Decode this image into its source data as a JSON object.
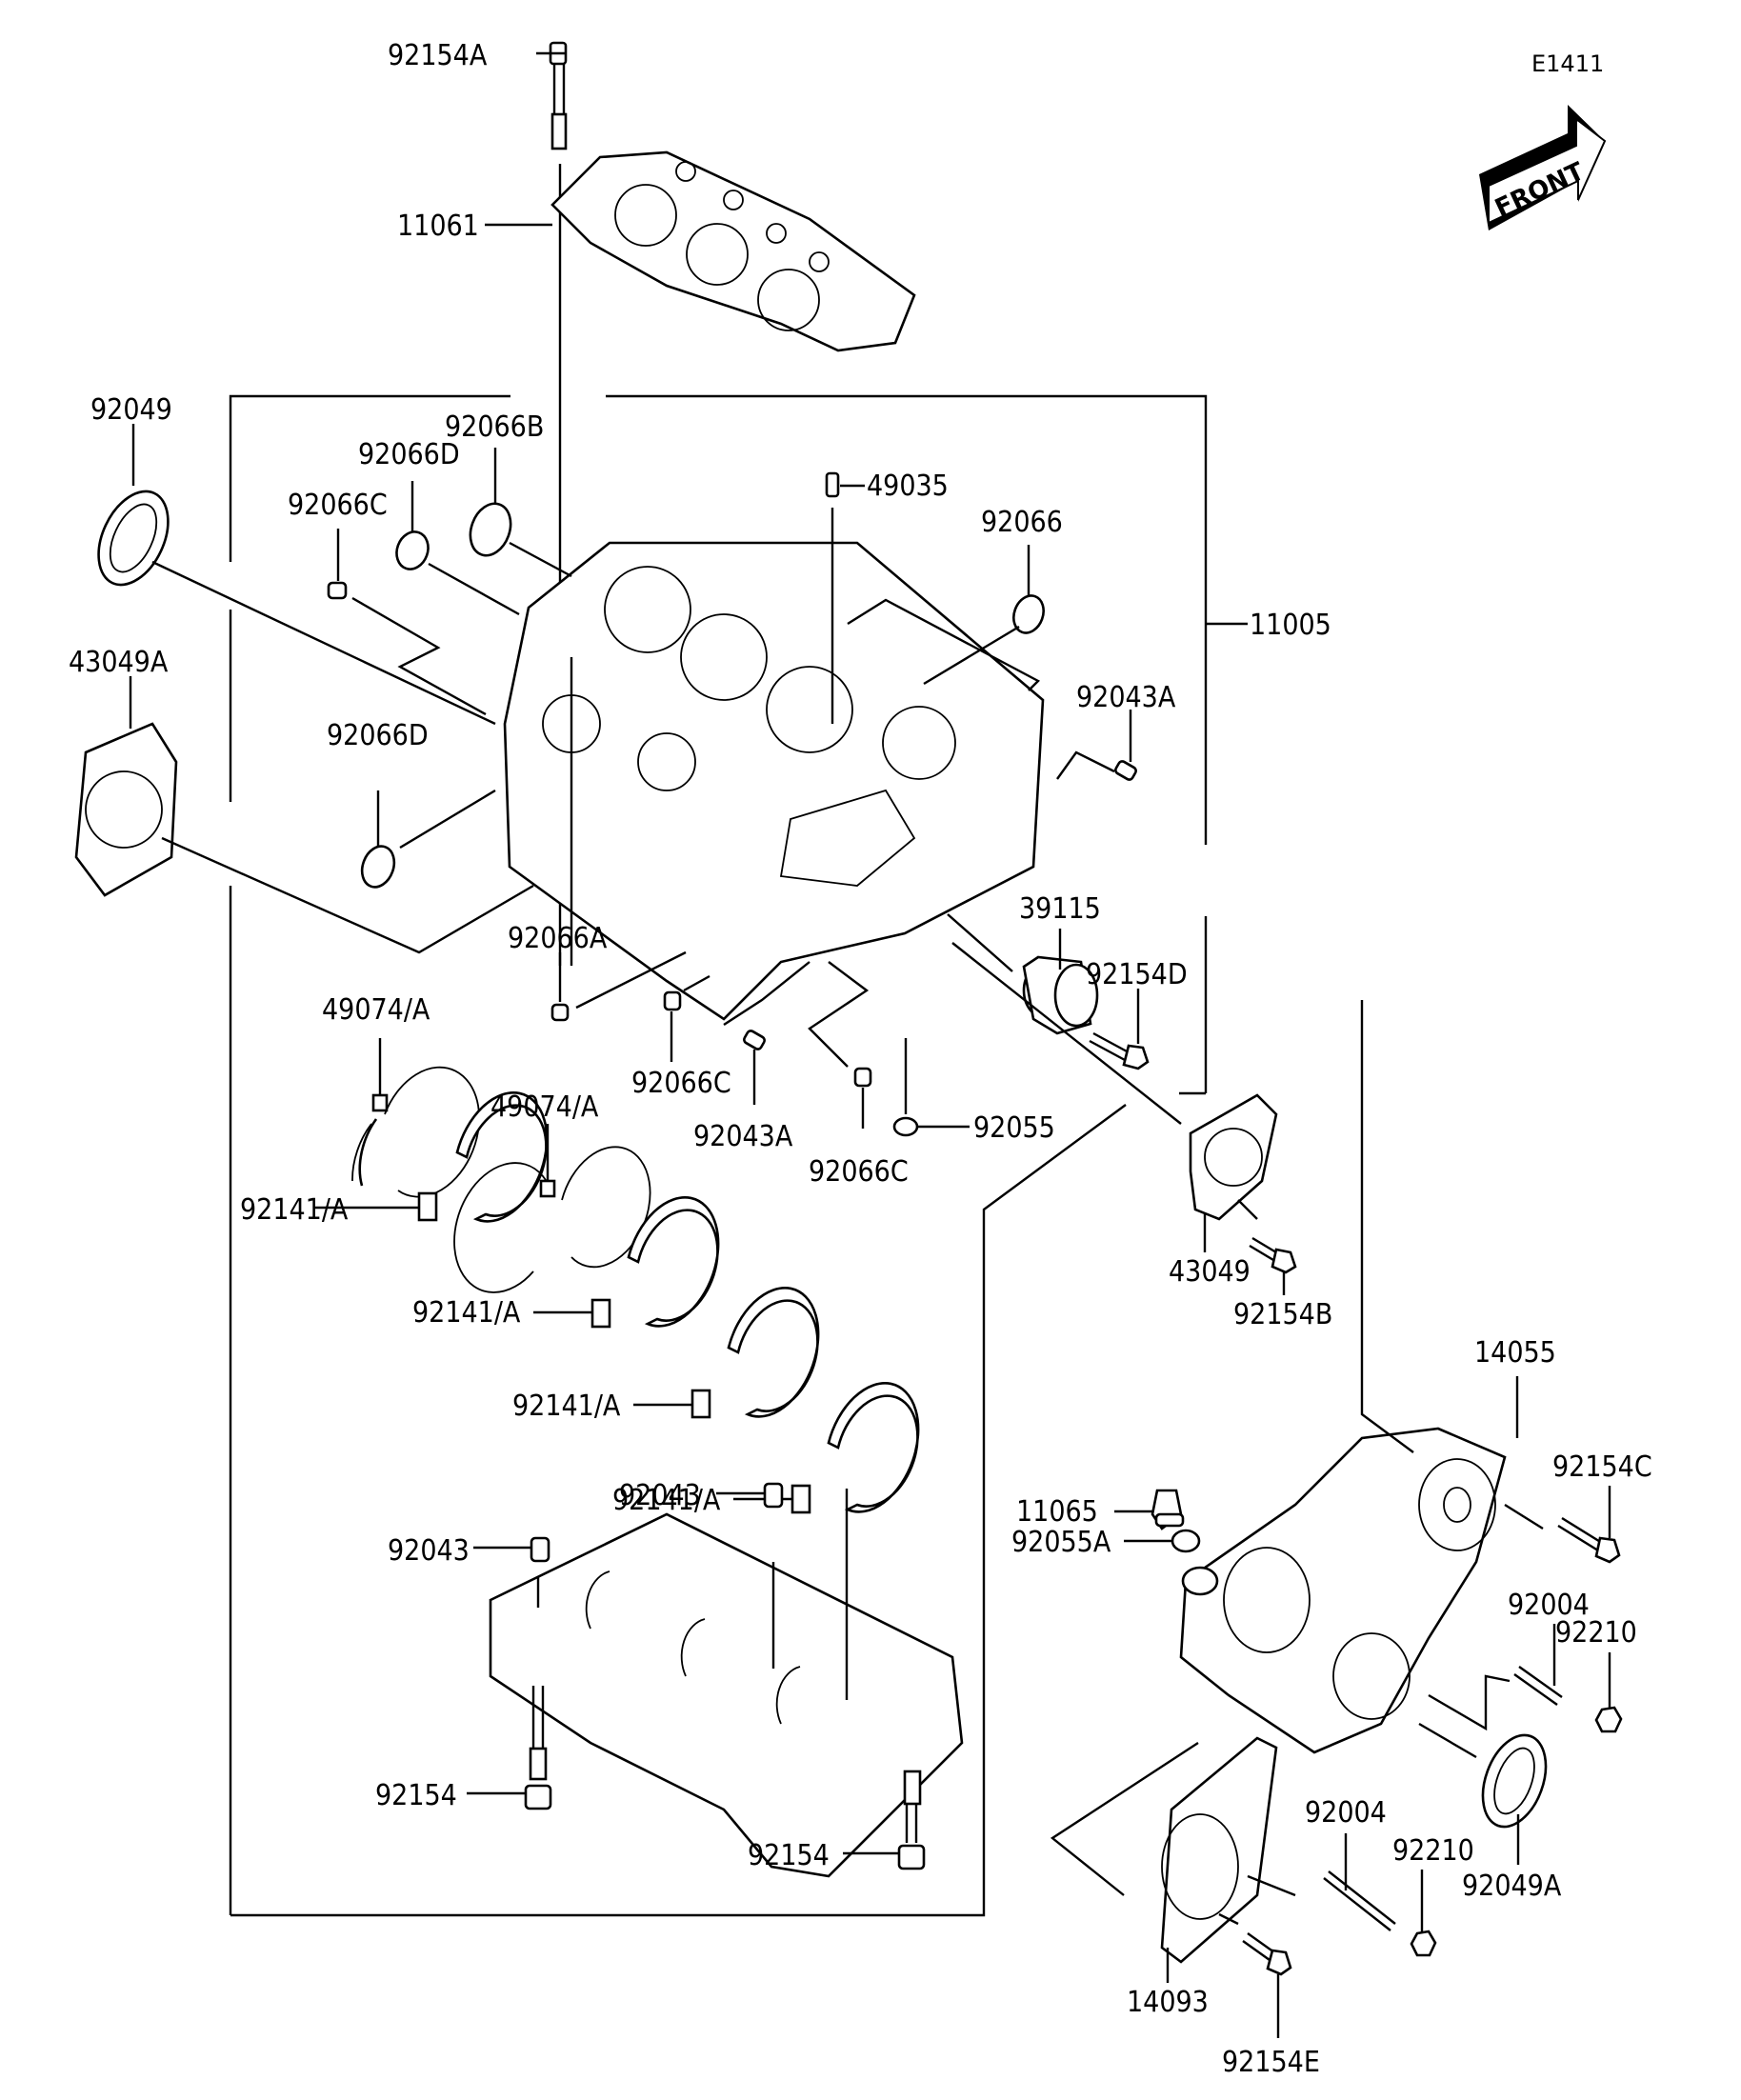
{
  "diagram": {
    "figure_code": "E1411",
    "front_indicator": "FRONT",
    "callouts": [
      {
        "id": "c1",
        "label": "92154A",
        "part": "cylinder-head-bolt"
      },
      {
        "id": "c2",
        "label": "11061",
        "part": "head-gasket"
      },
      {
        "id": "c3",
        "label": "92049",
        "part": "oil-seal"
      },
      {
        "id": "c4",
        "label": "92066B",
        "part": "plug"
      },
      {
        "id": "c5",
        "label": "92066D",
        "part": "plug"
      },
      {
        "id": "c6",
        "label": "92066C",
        "part": "plug"
      },
      {
        "id": "c7",
        "label": "43049A",
        "part": "gasket"
      },
      {
        "id": "c8",
        "label": "92066D",
        "part": "plug"
      },
      {
        "id": "c9",
        "label": "49035",
        "part": "pin"
      },
      {
        "id": "c10",
        "label": "92066",
        "part": "plug"
      },
      {
        "id": "c11",
        "label": "11005",
        "part": "crankcase-assembly"
      },
      {
        "id": "c12",
        "label": "92043A",
        "part": "dowel-pin"
      },
      {
        "id": "c13",
        "label": "39115",
        "part": "filter-housing"
      },
      {
        "id": "c14",
        "label": "92154D",
        "part": "bolt"
      },
      {
        "id": "c15",
        "label": "92066A",
        "part": "plug"
      },
      {
        "id": "c16",
        "label": "49074/A",
        "part": "thrust-washer"
      },
      {
        "id": "c17",
        "label": "92066C",
        "part": "plug"
      },
      {
        "id": "c18",
        "label": "92043A",
        "part": "dowel-pin"
      },
      {
        "id": "c19",
        "label": "92066C",
        "part": "plug"
      },
      {
        "id": "c20",
        "label": "92055",
        "part": "o-ring"
      },
      {
        "id": "c21",
        "label": "49074/A",
        "part": "thrust-washer"
      },
      {
        "id": "c22",
        "label": "92141/A",
        "part": "bearing"
      },
      {
        "id": "c23",
        "label": "92141/A",
        "part": "bearing"
      },
      {
        "id": "c24",
        "label": "92141/A",
        "part": "bearing"
      },
      {
        "id": "c25",
        "label": "92141/A",
        "part": "bearing"
      },
      {
        "id": "c26",
        "label": "43049",
        "part": "gasket"
      },
      {
        "id": "c27",
        "label": "92154B",
        "part": "bolt"
      },
      {
        "id": "c28",
        "label": "14055",
        "part": "cover"
      },
      {
        "id": "c29",
        "label": "92154C",
        "part": "bolt"
      },
      {
        "id": "c30",
        "label": "11065",
        "part": "cap"
      },
      {
        "id": "c31",
        "label": "92055A",
        "part": "o-ring"
      },
      {
        "id": "c32",
        "label": "92004",
        "part": "stud"
      },
      {
        "id": "c33",
        "label": "92210",
        "part": "nut"
      },
      {
        "id": "c34",
        "label": "92043",
        "part": "dowel-pin"
      },
      {
        "id": "c35",
        "label": "92043",
        "part": "dowel-pin"
      },
      {
        "id": "c36",
        "label": "92154",
        "part": "bolt"
      },
      {
        "id": "c37",
        "label": "92154",
        "part": "bolt"
      },
      {
        "id": "c38",
        "label": "92004",
        "part": "stud"
      },
      {
        "id": "c39",
        "label": "92210",
        "part": "nut"
      },
      {
        "id": "c40",
        "label": "92049A",
        "part": "oil-seal"
      },
      {
        "id": "c41",
        "label": "14093",
        "part": "cover"
      },
      {
        "id": "c42",
        "label": "92154E",
        "part": "bolt"
      }
    ]
  }
}
